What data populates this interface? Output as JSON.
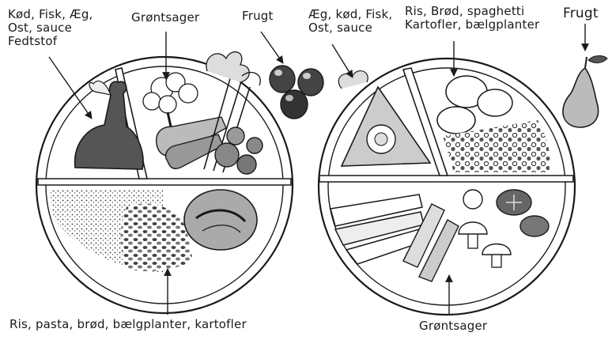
{
  "plates": [
    {
      "labels": {
        "protein": [
          "Kød, Fisk, Æg,",
          "Ost, sauce",
          "Fedtstof"
        ],
        "vegetables": "Grøntsager",
        "fruit": "Frugt",
        "starch": "Ris, pasta, brød, bælgplanter, kartofler"
      }
    },
    {
      "labels": {
        "protein": [
          "Æg, kød, Fisk,",
          "Ost, sauce"
        ],
        "starch": [
          "Ris, Brød, spaghetti",
          "Kartofler, bælgplanter"
        ],
        "fruit": "Frugt",
        "vegetables": "Grøntsager"
      }
    }
  ],
  "colors": {
    "ink": "#1a1a1a",
    "meat": "#555555",
    "paper": "#ffffff"
  },
  "icons": [
    "chicken-leg-icon",
    "broccoli-icon",
    "carrot-icon",
    "celery-icon",
    "brussels-sprout-icon",
    "plums-icon",
    "rice-icon",
    "beans-icon",
    "bread-roll-icon",
    "pie-slice-icon",
    "potato-icon",
    "peas-icon",
    "leek-icon",
    "mushroom-icon",
    "tomato-icon",
    "pasta-icon",
    "pear-icon"
  ]
}
